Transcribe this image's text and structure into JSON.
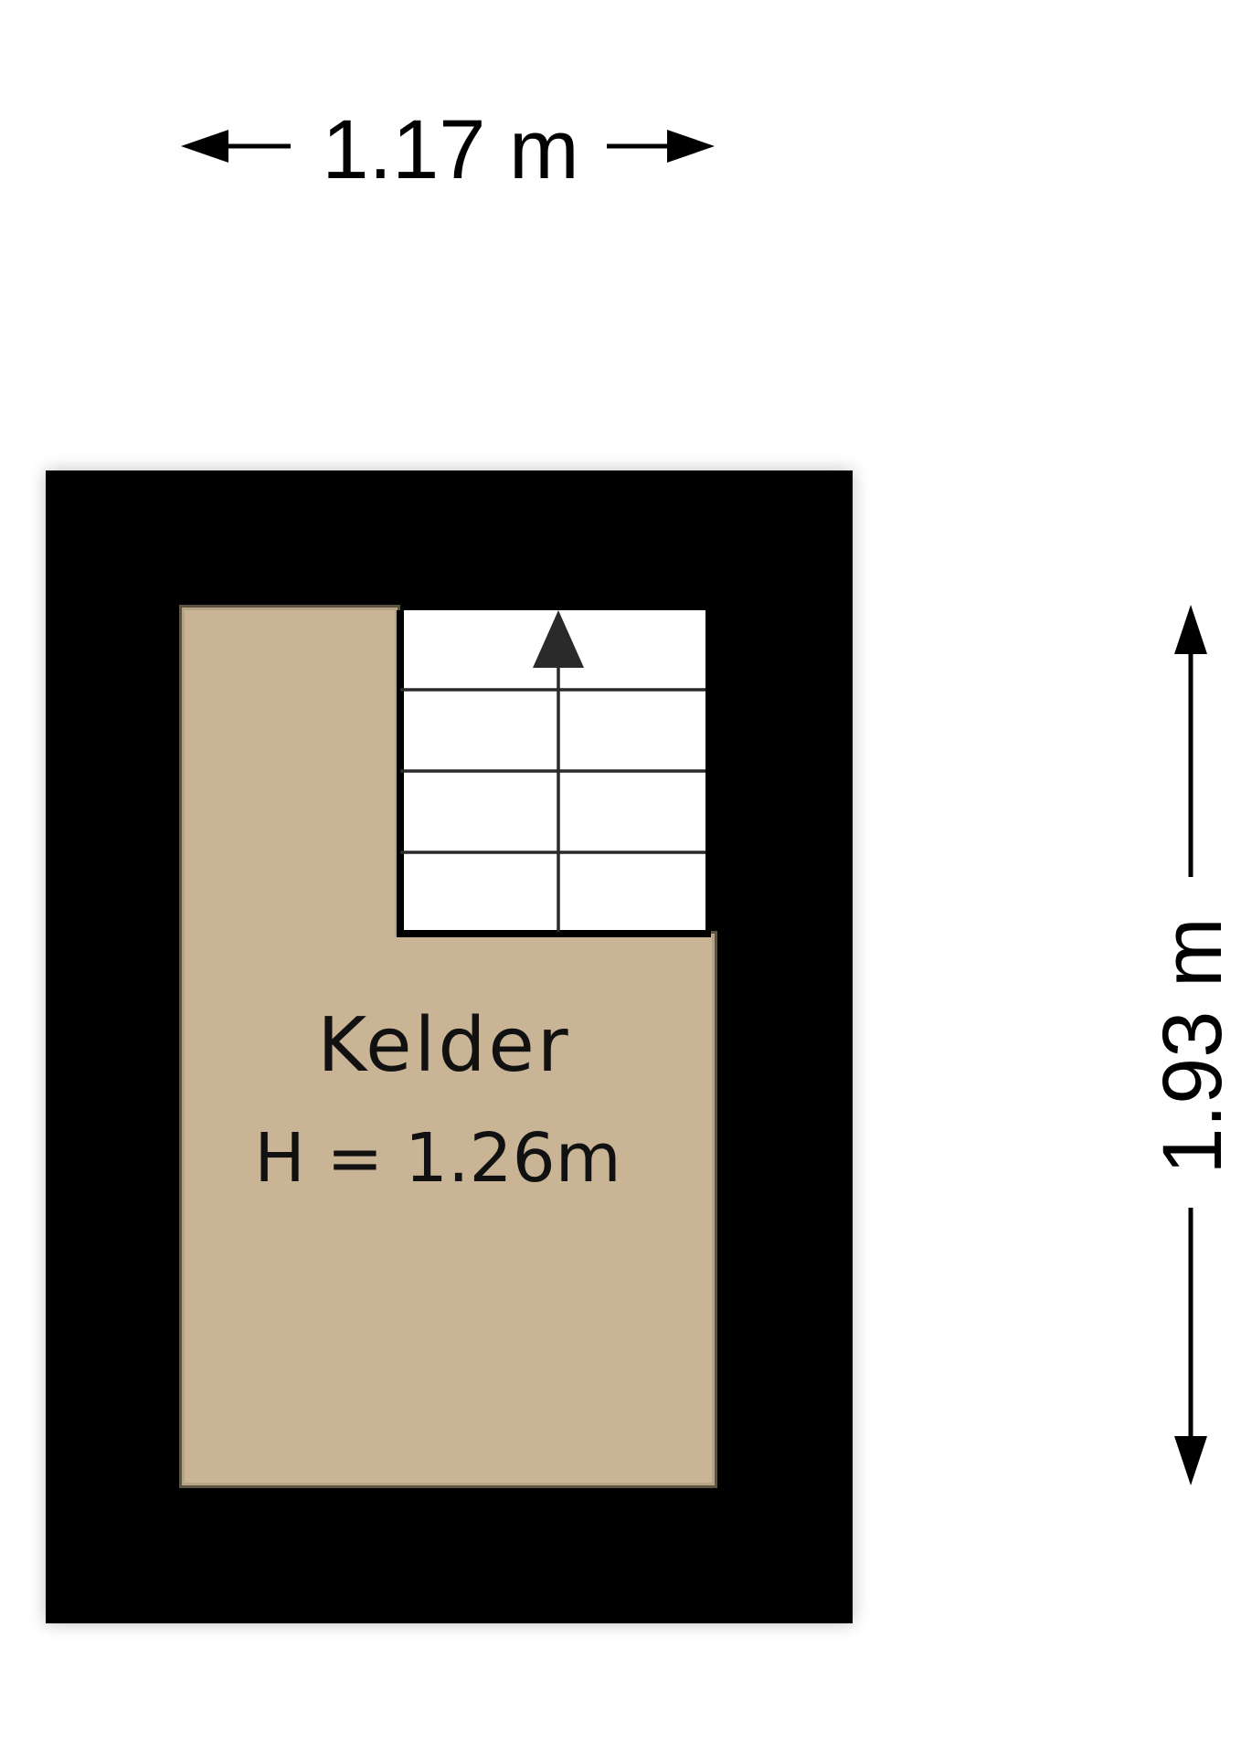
{
  "plan": {
    "room_name": "Kelder",
    "room_height": "H = 1.26m",
    "width_dimension": "1.17 m",
    "height_dimension": "1.93 m",
    "stair_direction": "up",
    "stair_steps": 4
  },
  "colors": {
    "wall": "#000000",
    "floor": "#c9b596",
    "stair": "#ffffff",
    "line": "#2a2a2a",
    "background": "#ffffff"
  }
}
